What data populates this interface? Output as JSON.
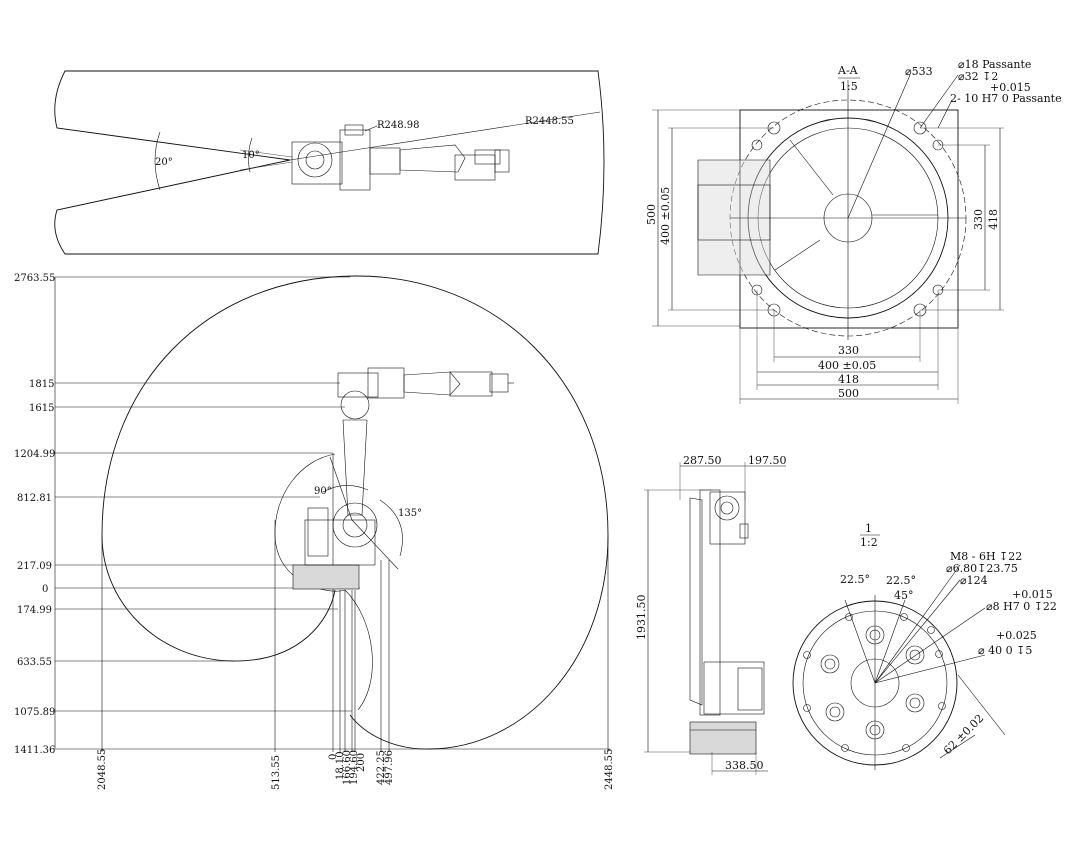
{
  "top_view": {
    "angle_left": "20°",
    "angle_small": "10°",
    "radius_inner": "R248.98",
    "radius_outer": "R2448.55"
  },
  "side_view": {
    "y_labels": [
      "2763.55",
      "1815",
      "1615",
      "1204.99",
      "812.81",
      "217.09",
      "0",
      "174.99",
      "633.55",
      "1075.89",
      "1411.36"
    ],
    "x_labels": [
      "2048.55",
      "513.55",
      "0",
      "18.10",
      "166.60",
      "194.60",
      "200",
      "422.25",
      "497.96",
      "2448.55"
    ],
    "angle_a": "90°",
    "angle_b": "135°"
  },
  "section_view": {
    "title": "A-A",
    "scale": "1:5",
    "dia_533": "⌀533",
    "hole_18": "⌀18 Passante",
    "cbore": "⌀32 ↧2",
    "tol": "+0.015",
    "hole_10": "2- 10 H7 0 Passante",
    "dim_500_v": "500",
    "dim_400_v": "400 ±0.05",
    "dim_330_r": "330",
    "dim_418_r": "418",
    "dim_330_b": "330",
    "dim_400_b": "400 ±0.05",
    "dim_418_b": "418",
    "dim_500_b": "500"
  },
  "profile_view": {
    "dim_28750": "287.50",
    "dim_19750": "197.50",
    "dim_193150": "1931.50",
    "dim_33850": "338.50"
  },
  "flange_view": {
    "title": "1",
    "scale": "1:2",
    "m8": "M8 - 6H ↧22",
    "d680": "⌀6.80↧23.75",
    "d124": "⌀124",
    "a225l": "22.5°",
    "a225r": "22.5°",
    "a45": "45°",
    "tol015": "+0.015",
    "d8": "⌀8 H7 0 ↧22",
    "tol025": "+0.025",
    "d40": "⌀ 40 0 ↧5",
    "d62": "62 ±0.02"
  }
}
